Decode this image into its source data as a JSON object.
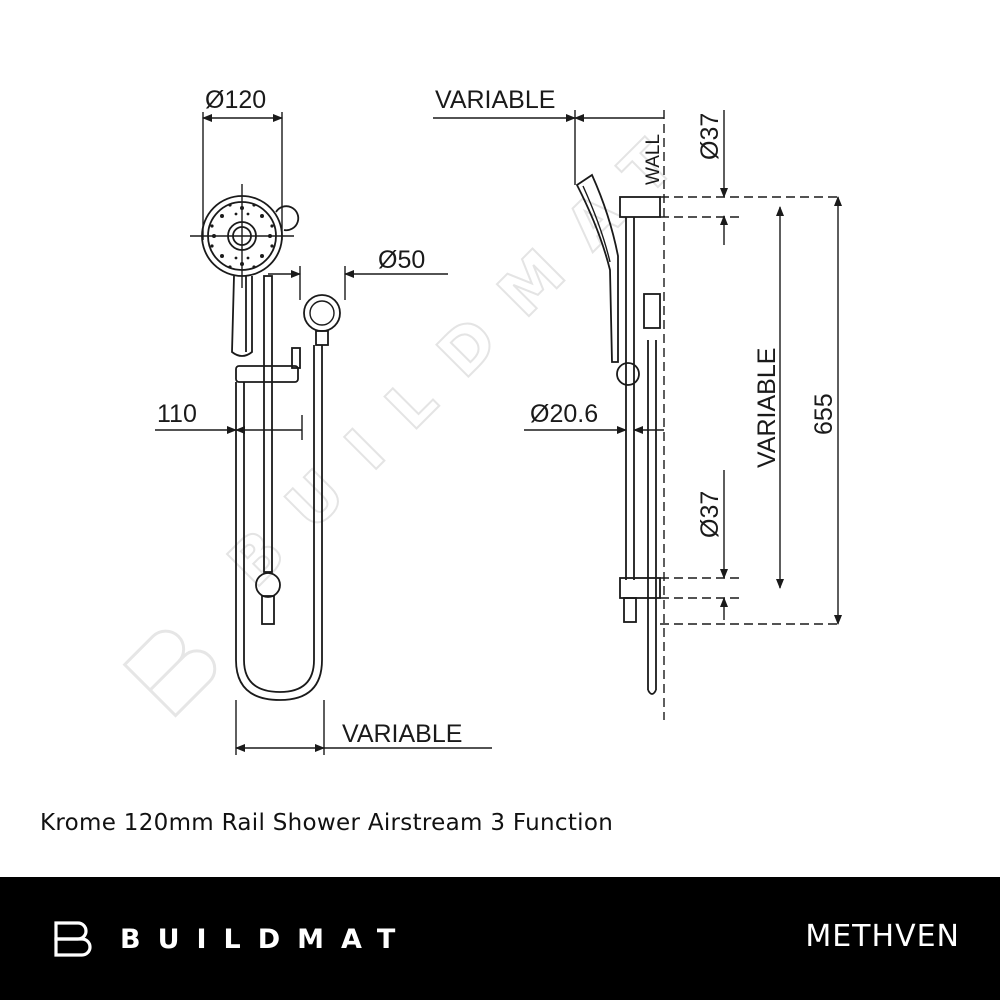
{
  "drawing": {
    "labels": {
      "diameter_120": "Ø120",
      "diameter_50": "Ø50",
      "offset_110": "110",
      "variable_bottom": "VARIABLE",
      "variable_top": "VARIABLE",
      "wall": "WALL",
      "diameter_37_top": "Ø37",
      "diameter_20_6": "Ø20.6",
      "variable_vertical": "VARIABLE",
      "height_655": "655",
      "diameter_37_bottom": "Ø37"
    },
    "watermark": "BUILDMAT"
  },
  "product_title": "Krome 120mm Rail Shower Airstream 3 Function",
  "footer": {
    "brand_left": "BUILDMAT",
    "brand_right": "METHVEN",
    "background": "#000000",
    "text_color": "#ffffff"
  }
}
